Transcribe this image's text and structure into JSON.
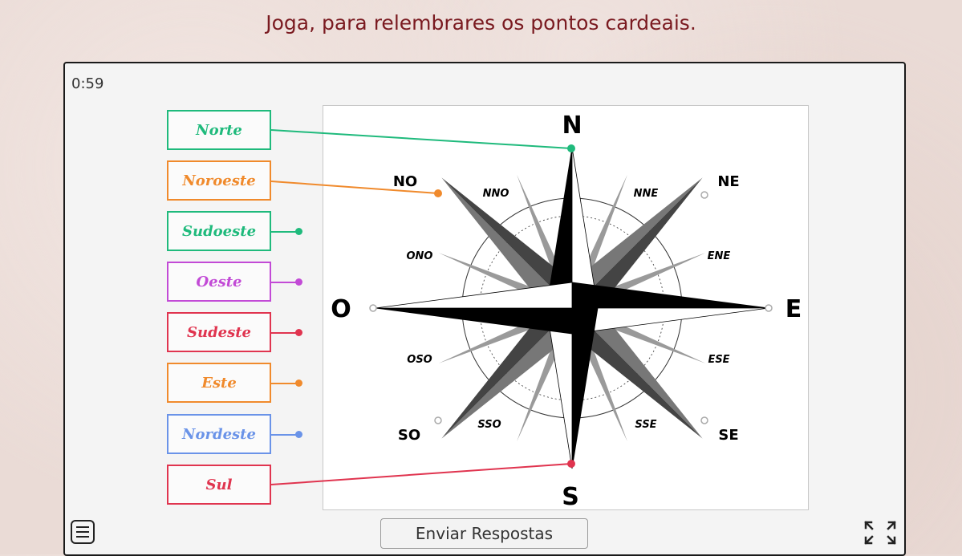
{
  "heading": "Joga, para  relembrares os pontos cardeais.",
  "timer": "0:59",
  "labels": [
    {
      "text": "Norte",
      "color": "#1fba7c",
      "connected": true
    },
    {
      "text": "Noroeste",
      "color": "#f08a2c",
      "connected": true
    },
    {
      "text": "Sudoeste",
      "color": "#1fba7c",
      "connected": false
    },
    {
      "text": "Oeste",
      "color": "#c24ad6",
      "connected": false
    },
    {
      "text": "Sudeste",
      "color": "#e0344f",
      "connected": false
    },
    {
      "text": "Este",
      "color": "#f08a2c",
      "connected": false
    },
    {
      "text": "Nordeste",
      "color": "#6a93e8",
      "connected": false
    },
    {
      "text": "Sul",
      "color": "#e0344f",
      "connected": true
    }
  ],
  "compass": {
    "cardinal": {
      "n": "N",
      "s": "S",
      "e": "E",
      "o": "O"
    },
    "intercardinal": {
      "no": "NO",
      "ne": "NE",
      "so": "SO",
      "se": "SE"
    },
    "secondary": {
      "nno": "NNO",
      "nne": "NNE",
      "ono": "ONO",
      "ene": "ENE",
      "oso": "OSO",
      "ese": "ESE",
      "sso": "SSO",
      "sse": "SSE"
    }
  },
  "buttons": {
    "submit": "Enviar Respostas"
  },
  "icons": {
    "menu": "menu-icon",
    "fullscreen": "fullscreen-icon"
  }
}
